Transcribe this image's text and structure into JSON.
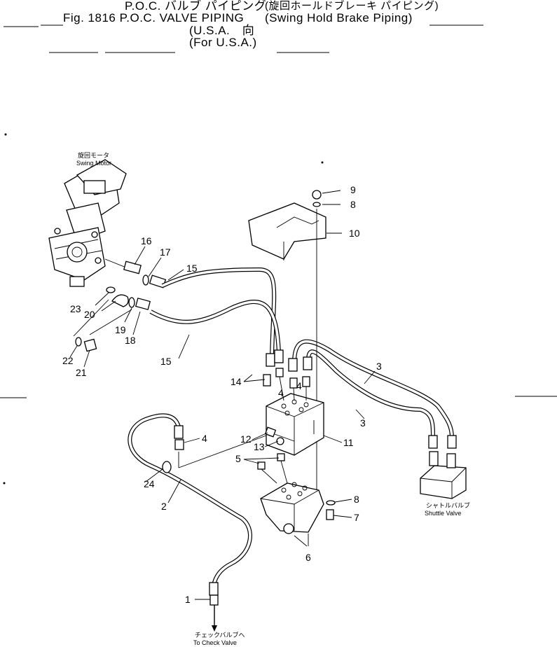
{
  "header": {
    "line1_left": "P.O.C. バルブ パイピング",
    "line1_right": "(旋回ホールドブレーキ パイピング)",
    "line2_left": "Fig. 1816 P.O.C. VALVE PIPING",
    "line2_right": "(Swing Hold Brake Piping)",
    "line3": "(U.S.A.　向",
    "line4": "(For U.S.A.)"
  },
  "labels": {
    "swing_motor_jp": "旋回モータ",
    "swing_motor_en": "Swing Motor",
    "shuttle_valve_jp": "シャトルバルブ",
    "shuttle_valve_en": "Shuttle Valve",
    "check_valve_jp": "チェックバルブへ",
    "check_valve_en": "To Check Valve"
  },
  "callouts": {
    "p1": "1",
    "p2": "2",
    "p3a": "3",
    "p3b": "3",
    "p4a": "4",
    "p4b": "4",
    "p4c": "4",
    "p5": "5",
    "p6": "6",
    "p7": "7",
    "p8a": "8",
    "p8b": "8",
    "p9": "9",
    "p10": "10",
    "p11": "11",
    "p12": "12",
    "p13": "13",
    "p14": "14",
    "p15a": "15",
    "p15b": "15",
    "p16": "16",
    "p17": "17",
    "p18": "18",
    "p19": "19",
    "p20": "20",
    "p21": "21",
    "p22": "22",
    "p23": "23",
    "p24": "24"
  }
}
